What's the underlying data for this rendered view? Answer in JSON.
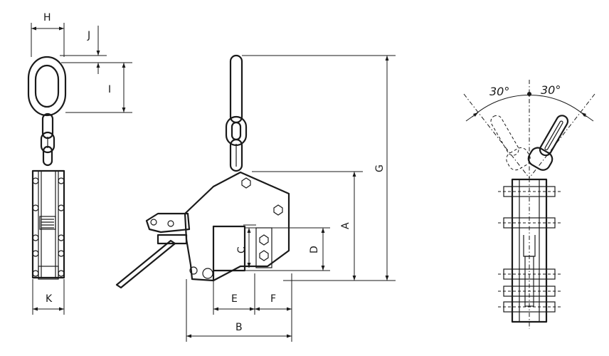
{
  "dimension_labels": {
    "H": "H",
    "J": "J",
    "I": "I",
    "K": "K",
    "G": "G",
    "A": "A",
    "C": "C",
    "D": "D",
    "E": "E",
    "F": "F",
    "B": "B"
  },
  "angles": {
    "left": "30°",
    "right": "30°"
  },
  "colors": {
    "line": "#1a1a1a",
    "background": "#ffffff"
  }
}
